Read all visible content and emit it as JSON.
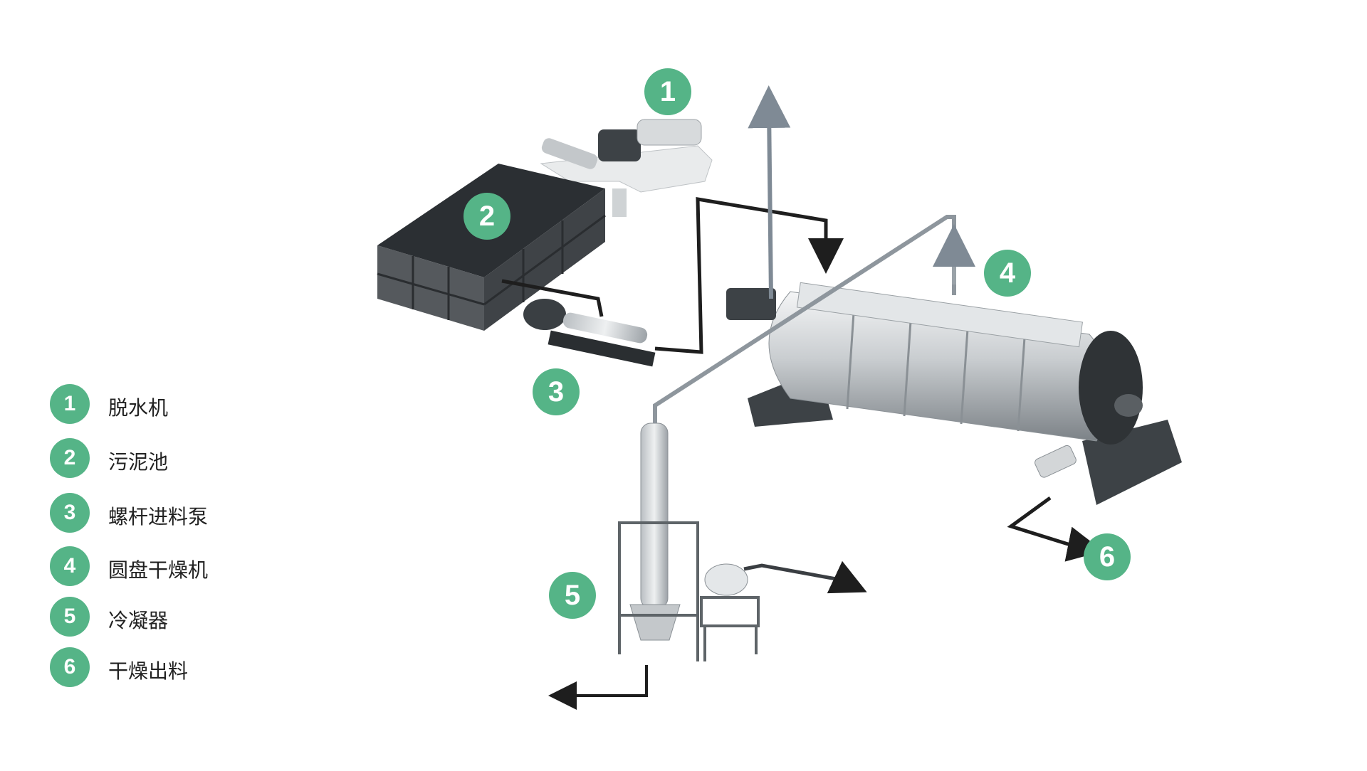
{
  "colors": {
    "badge": "#55b487",
    "pipe": "#1e1e1e",
    "vent": "#7f8a95",
    "equipment": "#9aa1a6"
  },
  "badges": [
    {
      "number": "1",
      "icon": "dewatering-machine"
    },
    {
      "number": "2",
      "icon": "sludge-tank"
    },
    {
      "number": "3",
      "icon": "screw-feed-pump"
    },
    {
      "number": "4",
      "icon": "disc-dryer"
    },
    {
      "number": "5",
      "icon": "condenser"
    },
    {
      "number": "6",
      "icon": "dry-output-arrow"
    }
  ],
  "legend": [
    {
      "number": "1",
      "label": "脱水机"
    },
    {
      "number": "2",
      "label": "污泥池"
    },
    {
      "number": "3",
      "label": "螺杆进料泵"
    },
    {
      "number": "4",
      "label": "圆盘干燥机"
    },
    {
      "number": "5",
      "label": "冷凝器"
    },
    {
      "number": "6",
      "label": "干燥出料"
    }
  ]
}
